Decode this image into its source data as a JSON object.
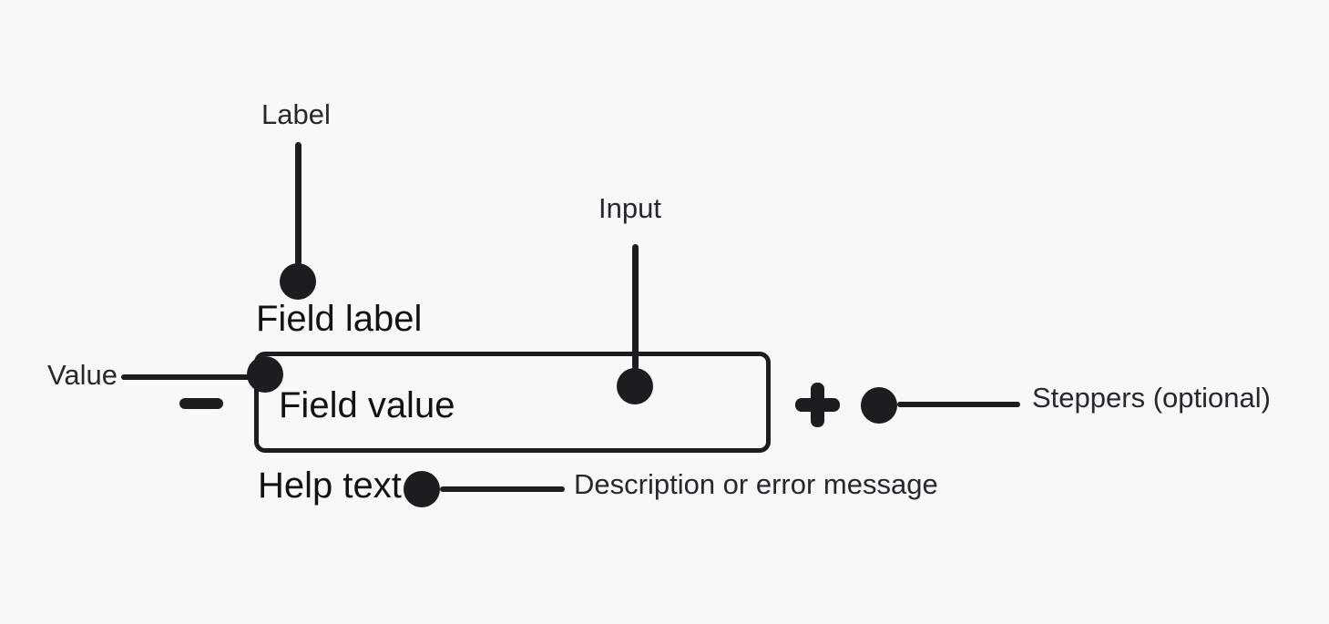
{
  "colors": {
    "background": "#f7f8fa",
    "ink": "#1c1d20",
    "component_text": "#121316",
    "annotation_text": "#26282d"
  },
  "component": {
    "field_label": "Field label",
    "field_value": "Field value",
    "help_text": "Help text"
  },
  "annotations": {
    "label": "Label",
    "input": "Input",
    "value": "Value",
    "steppers": "Steppers (optional)",
    "description": "Description or error message"
  },
  "icons": {
    "minus_stepper": "minus",
    "plus_stepper": "plus"
  }
}
